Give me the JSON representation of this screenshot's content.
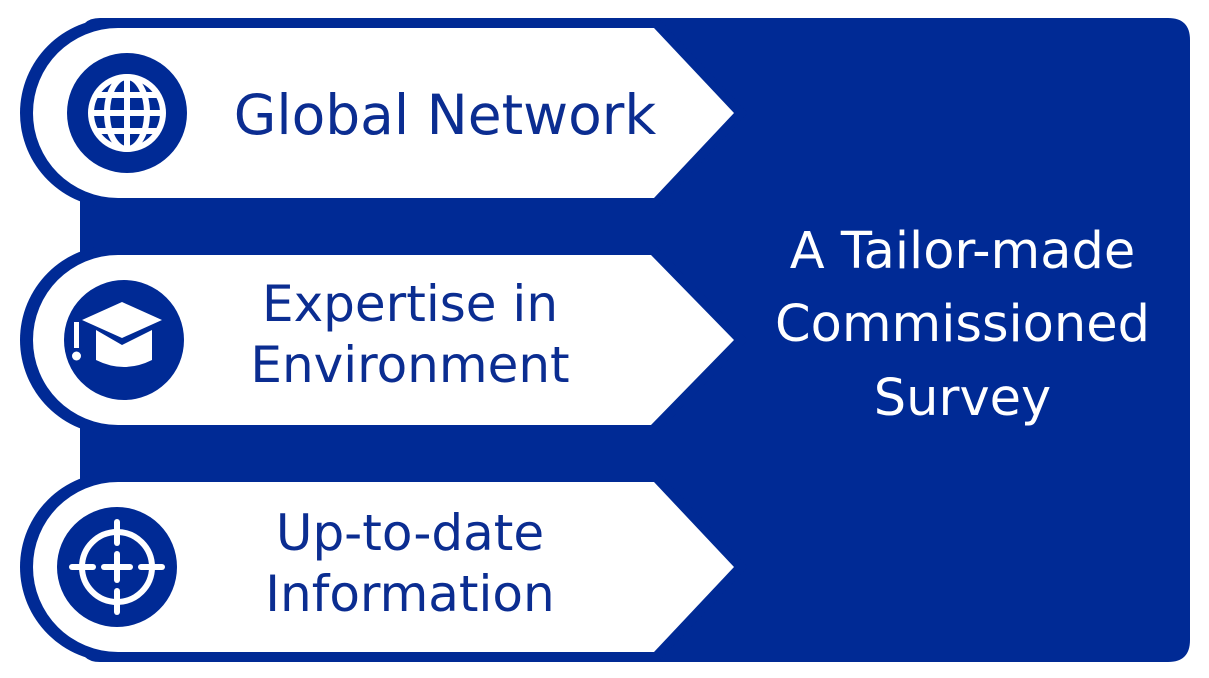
{
  "colors": {
    "primary": "#002a95",
    "accent_text": "#0b2d91",
    "background": "#ffffff"
  },
  "features": [
    {
      "icon": "globe-icon",
      "lines": [
        "Global Network"
      ]
    },
    {
      "icon": "graduation-cap-icon",
      "lines": [
        "Expertise in",
        "Environment"
      ]
    },
    {
      "icon": "crosshair-icon",
      "lines": [
        "Up-to-date",
        "Information"
      ]
    }
  ],
  "summary": {
    "lines": [
      "A Tailor-made",
      "Commissioned",
      "Survey"
    ]
  }
}
